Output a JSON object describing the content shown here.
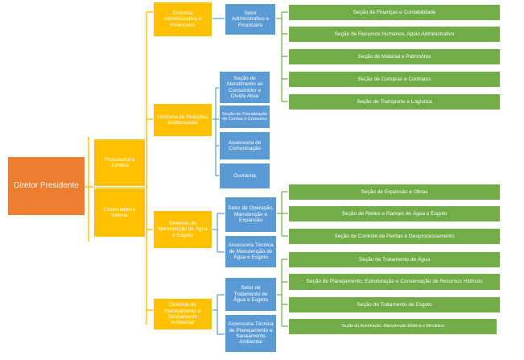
{
  "diagram": {
    "colors": {
      "president": "#ed7d31",
      "directorate": "#ffc000",
      "unit": "#5b9bd5",
      "section": "#70ad47",
      "connector_yellow": "#ffc000",
      "connector_blue": "#5b9bd5",
      "connector_green": "#70ad47"
    },
    "president": "Diretor Presidente",
    "advisory": {
      "procuradoria": "Procuradoria Jurídica",
      "controladoria": "Controladoria Interna"
    },
    "dir_admin": {
      "label": "Diretoria Administrativa e Financeira",
      "setor": "Setor Administrativo e Financeiro",
      "sections": [
        "Seção de Finanças e Contabilidade",
        "Seção de Recursos Humanos, Apoio Administrativo",
        "Seção de Material e Patrimônio",
        "Seção de Compras e Contratos",
        "Seção de Transporte e Logística"
      ]
    },
    "dir_relacoes": {
      "label": "Diretoria de Relações Institucionais",
      "units": [
        "Seção de Atendimento ao Consumidor e Dívida Ativa",
        "Seção de Fiscalização de Contas e Consumo",
        "Assessoria de Comunicação",
        "Ouvidoria"
      ]
    },
    "dir_manutencao": {
      "label": "Diretoria de Manutenção de Água e Esgoto",
      "setor": "Setor de Operação, Manutenção e Expansão",
      "assessoria": "Assessoria Técnica de Manutenção de Água e Esgoto",
      "sections": [
        "Seção de Expansão e Obras",
        "Seção de Redes e Ramais de Água e Esgoto",
        "Seção de Controle de Perdas e Geoprocessamento"
      ]
    },
    "dir_planejamento": {
      "label": "Diretoria de Planejamento e Saneamento Ambiental",
      "setor": "Setor de Tratamento de Água e Esgoto",
      "assessoria": "Assessoria Técnica de Planejamento e Saneamento Ambiental",
      "sections": [
        "Seção de Tratamento de Água",
        "Seção de Planejamento, Estruturação e Conservação de Recursos Hídricos",
        "Seção do Tratamento de Esgoto",
        "Seção de Automação, Manutenção Elétrica e Mecânica"
      ]
    }
  }
}
